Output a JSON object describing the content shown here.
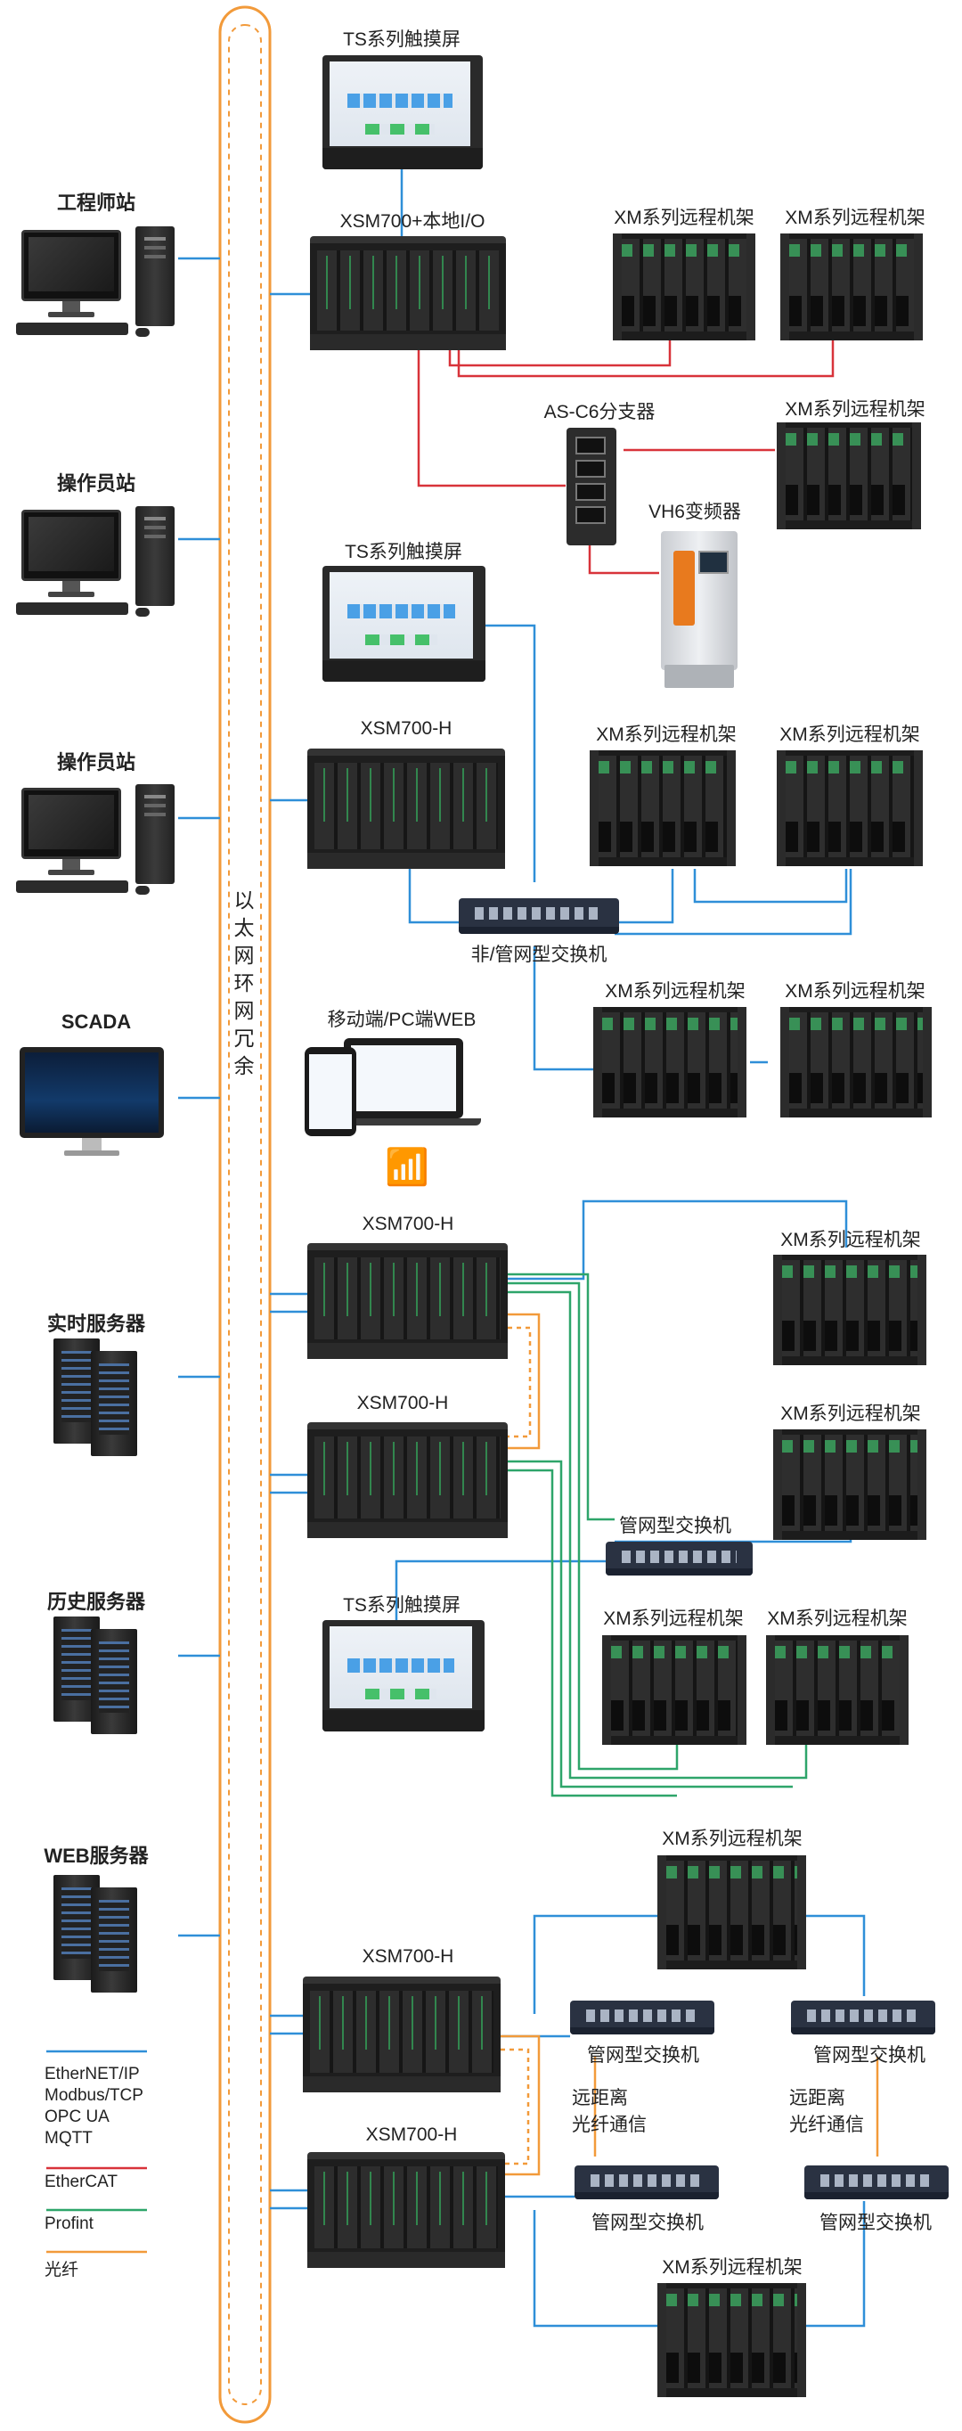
{
  "ring_label": [
    "以",
    "太",
    "网",
    "环",
    "网",
    "冗",
    "余"
  ],
  "workstations": [
    {
      "label": "工程师站",
      "icon": "desktop-pc-icon"
    },
    {
      "label": "操作员站",
      "icon": "desktop-pc-icon"
    },
    {
      "label": "操作员站",
      "icon": "desktop-pc-icon"
    },
    {
      "label": "SCADA",
      "icon": "scada-monitor-icon"
    },
    {
      "label": "实时服务器",
      "icon": "server-icon"
    },
    {
      "label": "历史服务器",
      "icon": "server-icon"
    },
    {
      "label": "WEB服务器",
      "icon": "server-icon"
    }
  ],
  "section1": {
    "touchscreen": "TS系列触摸屏",
    "controller": "XSM700+本地I/O",
    "rack_a": "XM系列远程机架",
    "rack_b": "XM系列远程机架",
    "splitter": "AS-C6分支器",
    "rack_c": "XM系列远程机架",
    "inverter": "VH6变频器"
  },
  "section2": {
    "touchscreen": "TS系列触摸屏",
    "controller": "XSM700-H",
    "rack_a": "XM系列远程机架",
    "rack_b": "XM系列远程机架",
    "switch": "非/管网型交换机",
    "rack_c": "XM系列远程机架",
    "rack_d": "XM系列远程机架",
    "mobile": "移动端/PC端WEB"
  },
  "section3": {
    "controller_a": "XSM700-H",
    "controller_b": "XSM700-H",
    "rack_a": "XM系列远程机架",
    "rack_b": "XM系列远程机架",
    "switch": "管网型交换机",
    "touchscreen": "TS系列触摸屏",
    "rack_c": "XM系列远程机架",
    "rack_d": "XM系列远程机架"
  },
  "section4": {
    "rack_top": "XM系列远程机架",
    "controller_a": "XSM700-H",
    "controller_b": "XSM700-H",
    "switch_a": "管网型交换机",
    "switch_b": "管网型交换机",
    "switch_c": "管网型交换机",
    "switch_d": "管网型交换机",
    "fiber_left": "远距离\n光纤通信",
    "fiber_right": "远距离\n光纤通信",
    "rack_bottom": "XM系列远程机架"
  },
  "legend": [
    {
      "text": "EtherNET/IP\nModbus/TCP\nOPC UA\nMQTT",
      "color": "#2f8fd8"
    },
    {
      "text": "EtherCAT",
      "color": "#d8333a"
    },
    {
      "text": "Profint",
      "color": "#2ea56a"
    },
    {
      "text": "光纤",
      "color": "#f29a3a"
    }
  ],
  "colors": {
    "ethernet": "#2f8fd8",
    "ethercat": "#d8333a",
    "profinet": "#2ea56a",
    "fiber": "#f29a3a"
  }
}
